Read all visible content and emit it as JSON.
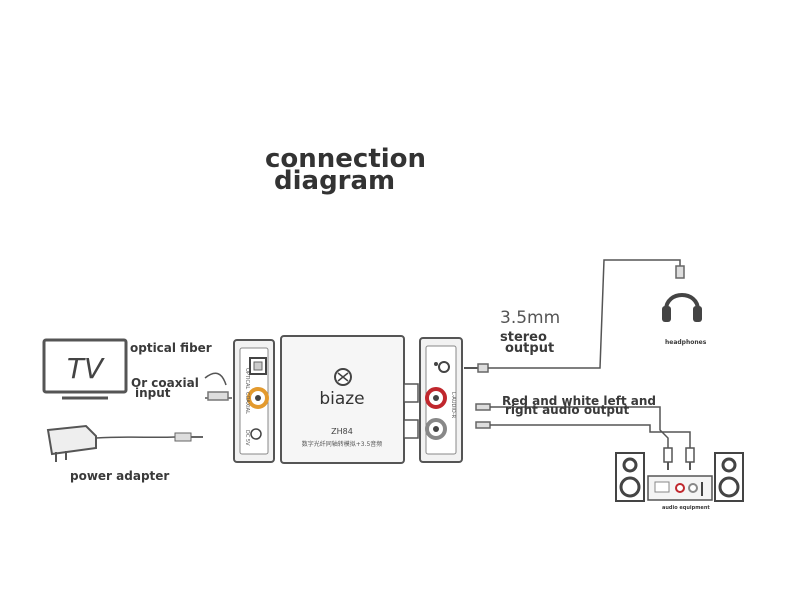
{
  "title": {
    "line1": "connection",
    "line2": "diagram"
  },
  "tv": {
    "label": "TV"
  },
  "inputs": {
    "optical": "optical fiber",
    "coaxial_line1": "Or coaxial",
    "coaxial_line2": "input",
    "power": "power adapter"
  },
  "device": {
    "brand": "biaze",
    "model": "ZH84",
    "subtitle": "数字光纤同轴转模拟+3.5音频",
    "port_optical": "OPTICAL",
    "port_coaxial": "COAXIAL",
    "port_power": "DC 5V",
    "port_rl": "L-AUDIO-R"
  },
  "outputs": {
    "mm_label": "3.5mm",
    "stereo_line1": "stereo",
    "stereo_line2": "output",
    "headphones": "headphones",
    "rca_line1": "Red and white left and",
    "rca_line2": "right audio output",
    "audio_equipment": "audio equipment"
  },
  "colors": {
    "line": "#555555",
    "device_fill": "#f4f4f4",
    "rca_red": "#c0272d",
    "coax_orange": "#e39a2e",
    "text": "#3a3a3a"
  }
}
